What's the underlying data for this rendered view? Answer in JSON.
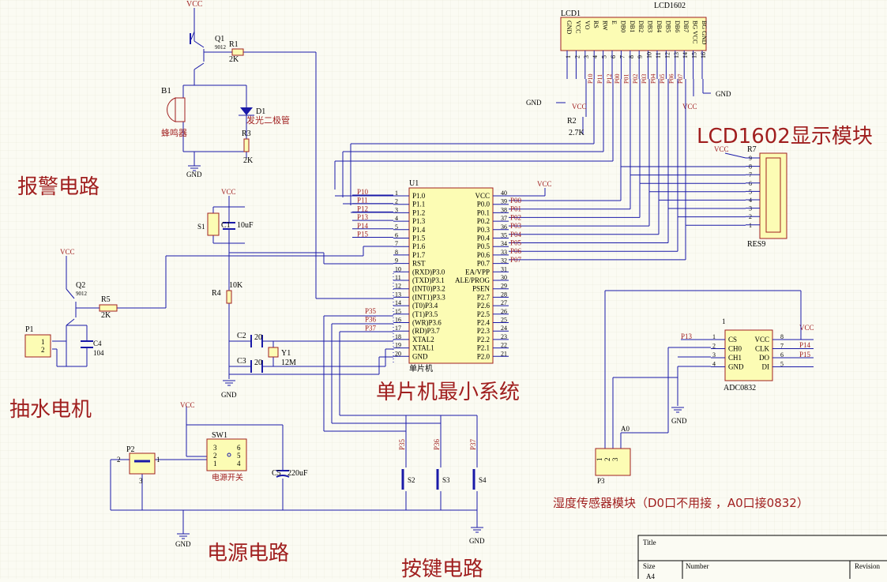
{
  "blocks": {
    "alarm": "报警电路",
    "motor": "抽水电机",
    "mcu": "单片机最小系统",
    "lcd": "LCD1602显示模块",
    "power": "电源电路",
    "keys": "按键电路",
    "humidity": "湿度传感器模块（D0口不用接 ，A0口接0832）"
  },
  "power": {
    "vcc": "VCC",
    "gnd": "GND"
  },
  "lcd": {
    "ref": "LCD1",
    "part": "LCD1602",
    "pin_names": [
      "GND",
      "VCC",
      "VO",
      "RS",
      "RW",
      "E",
      "DB0",
      "DB1",
      "DB2",
      "DB3",
      "DB4",
      "DB5",
      "DB6",
      "DB7",
      "BG VCC",
      "BG GND"
    ],
    "pin_nums": [
      "1",
      "2",
      "3",
      "4",
      "5",
      "6",
      "7",
      "8",
      "9",
      "10",
      "11",
      "12",
      "13",
      "14",
      "15",
      "16"
    ],
    "net_labels": [
      "P10",
      "P11",
      "P12",
      "P00",
      "P01",
      "P02",
      "P03",
      "P04",
      "P05",
      "P06",
      "P07"
    ]
  },
  "r2": {
    "ref": "R2",
    "value": "2.7K"
  },
  "r7": {
    "ref": "R7",
    "part": "RES9",
    "pins": [
      "9",
      "8",
      "7",
      "6",
      "5",
      "4",
      "3",
      "2",
      "1"
    ]
  },
  "mcu": {
    "ref": "U1",
    "part": "单片机",
    "left_pins": [
      "P1.0",
      "P1.1",
      "P1.2",
      "P1.3",
      "P1.4",
      "P1.5",
      "P1.6",
      "P1.7",
      "RST",
      "(RXD)P3.0",
      "(TXD)P3.1",
      "(INT0)P3.2",
      "(INT1)P3.3",
      "(T0)P3.4",
      "(T1)P3.5",
      "(WR)P3.6",
      "(RD)P3.7",
      "XTAL2",
      "XTAL1",
      "GND"
    ],
    "left_nums": [
      "1",
      "2",
      "3",
      "4",
      "5",
      "6",
      "7",
      "8",
      "9",
      "10",
      "11",
      "12",
      "13",
      "14",
      "15",
      "16",
      "17",
      "18",
      "19",
      "20"
    ],
    "right_pins": [
      "VCC",
      "P0.0",
      "P0.1",
      "P0.2",
      "P0.3",
      "P0.4",
      "P0.5",
      "P0.6",
      "P0.7",
      "EA/VPP",
      "ALE/PROG",
      "PSEN",
      "P2.7",
      "P2.6",
      "P2.5",
      "P2.4",
      "P2.3",
      "P2.2",
      "P2.1",
      "P2.0"
    ],
    "right_nums": [
      "40",
      "39",
      "38",
      "37",
      "36",
      "35",
      "34",
      "33",
      "32",
      "31",
      "30",
      "29",
      "28",
      "27",
      "26",
      "25",
      "24",
      "23",
      "22",
      "21"
    ],
    "left_nets": [
      "P10",
      "P11",
      "P12",
      "P13",
      "P14",
      "P15"
    ],
    "right_nets": [
      "P00",
      "P01",
      "P02",
      "P03",
      "P04",
      "P05",
      "P06",
      "P07"
    ],
    "key_nets": [
      "P35",
      "P36",
      "P37"
    ]
  },
  "alarm": {
    "q1": "Q1",
    "q1_part": "9012",
    "r1": "R1",
    "r1_val": "2K",
    "b1": "B1",
    "b1_name": "蜂鸣器",
    "d1": "D1",
    "d1_name": "发光二极管",
    "r3": "R3",
    "r3_val": "2K"
  },
  "reset": {
    "s1": "S1",
    "c1": "C1",
    "c1_val": "10uF",
    "r4": "R4",
    "r4_val": "10K",
    "c2": "C2",
    "c2_val": "20",
    "c3": "C3",
    "c3_val": "20",
    "y1": "Y1",
    "y1_val": "12M"
  },
  "motor": {
    "q2": "Q2",
    "q2_part": "9012",
    "r5": "R5",
    "r5_val": "2K",
    "p1": "P1",
    "p1_pins": [
      "1",
      "2"
    ],
    "c4": "C4",
    "c4_val": "104"
  },
  "psu": {
    "sw1": "SW1",
    "sw1_name": "电源开关",
    "sw1_pins": [
      "3",
      "6",
      "2",
      "5",
      "1",
      "4"
    ],
    "p2": "P2",
    "p2_pins": [
      "2",
      "1",
      "3"
    ],
    "c5": "C5",
    "c5_val": "220uF"
  },
  "keys": {
    "s2": "S2",
    "s3": "S3",
    "s4": "S4",
    "nets": [
      "P35",
      "P36",
      "P37"
    ]
  },
  "adc": {
    "ref": "1",
    "part": "ADC0832",
    "left_pins": [
      "CS",
      "CH0",
      "CH1",
      "GND"
    ],
    "left_nums": [
      "1",
      "2",
      "3",
      "4"
    ],
    "right_pins": [
      "VCC",
      "CLK",
      "DO",
      "DI"
    ],
    "right_nums": [
      "8",
      "7",
      "6",
      "5"
    ],
    "nets": [
      "P13",
      "P14",
      "P15"
    ],
    "a0": "A0",
    "p3": "P3",
    "p3_pins": [
      "1",
      "2",
      "3"
    ]
  },
  "titleblock": {
    "title": "Title",
    "size": "Size",
    "number": "Number",
    "revision": "Revision",
    "size_val": "A4"
  },
  "colors": {
    "wire": "#1a1aa8",
    "part": "#a01f1f",
    "body": "#fcfcb4",
    "grid": "#dcdccc"
  }
}
